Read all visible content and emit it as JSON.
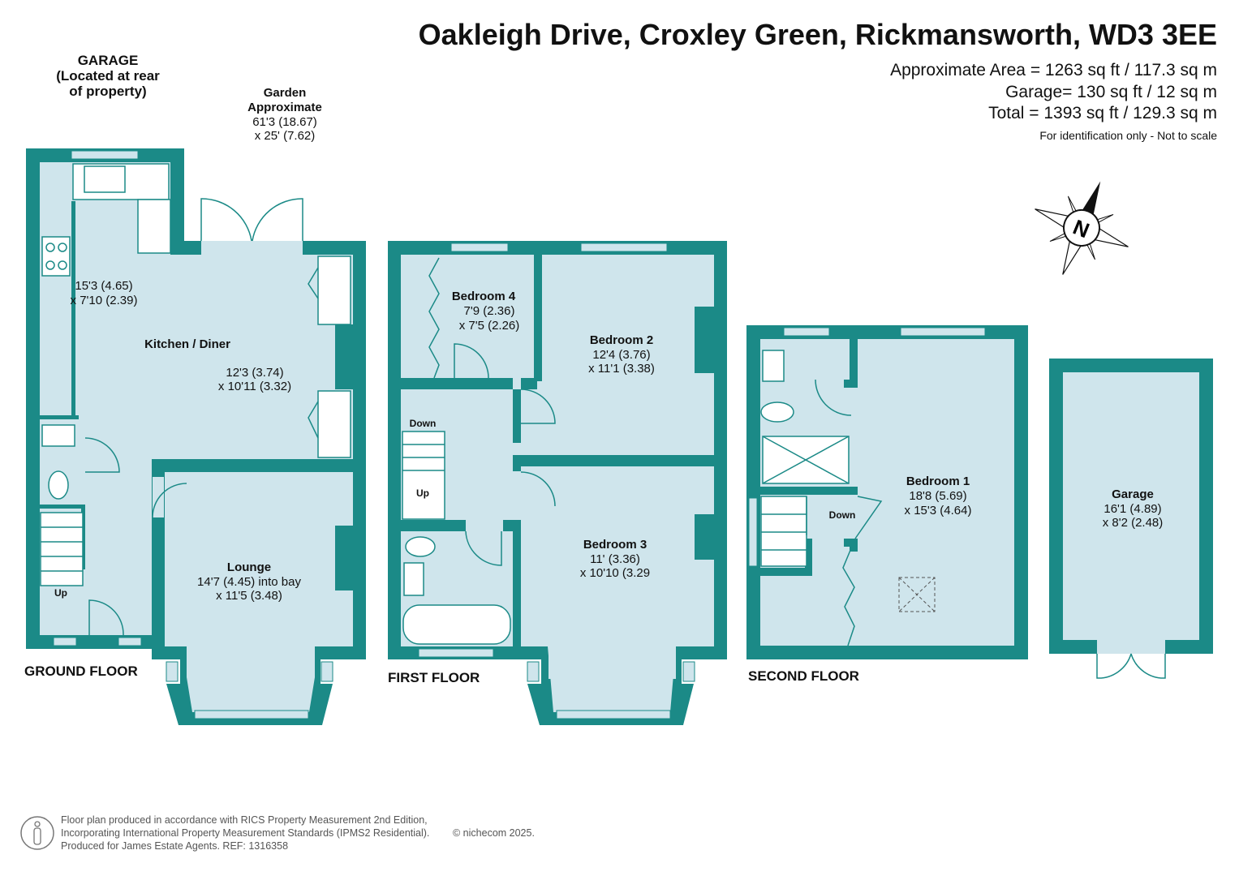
{
  "header": {
    "title": "Oakleigh Drive, Croxley Green, Rickmansworth, WD3 3EE",
    "area_main": "Approximate Area = 1263 sq ft / 117.3 sq m",
    "area_garage": "Garage= 130 sq ft / 12 sq m",
    "area_total": "Total = 1393 sq ft / 129.3 sq m",
    "note": "For identification only - Not to scale"
  },
  "compass": {
    "label": "N"
  },
  "ground_floor": {
    "label": "GROUND FLOOR",
    "garage_note": [
      "GARAGE",
      "(Located at rear",
      "of property)"
    ],
    "garden": [
      "Garden",
      "Approximate",
      "61'3 (18.67)",
      "x 25' (7.62)"
    ],
    "kitchen_dims_1": [
      "15'3 (4.65)",
      "x 7'10 (2.39)"
    ],
    "kitchen_name": "Kitchen / Diner",
    "kitchen_dims_2": [
      "12'3 (3.74)",
      "x 10'11 (3.32)"
    ],
    "lounge": {
      "name": "Lounge",
      "dims": [
        "14'7 (4.45) into bay",
        "x 11'5 (3.48)"
      ]
    },
    "stairs_label": "Up"
  },
  "first_floor": {
    "label": "FIRST FLOOR",
    "bedroom4": {
      "name": "Bedroom 4",
      "dims": [
        "7'9 (2.36)",
        "x 7'5 (2.26)"
      ]
    },
    "bedroom2": {
      "name": "Bedroom 2",
      "dims": [
        "12'4 (3.76)",
        "x 11'1 (3.38)"
      ]
    },
    "bedroom3": {
      "name": "Bedroom 3",
      "dims": [
        "11' (3.36)",
        "x 10'10 (3.29"
      ]
    },
    "stairs_down": "Down",
    "stairs_up": "Up"
  },
  "second_floor": {
    "label": "SECOND FLOOR",
    "bedroom1": {
      "name": "Bedroom 1",
      "dims": [
        "18'8 (5.69)",
        "x 15'3 (4.64)"
      ]
    },
    "stairs_down": "Down"
  },
  "garage": {
    "name": "Garage",
    "dims": [
      "16'1 (4.89)",
      "x 8'2 (2.48)"
    ]
  },
  "footer": {
    "lines": [
      "Floor plan produced in accordance with RICS Property Measurement 2nd Edition,",
      "Incorporating International Property Measurement Standards (IPMS2 Residential).",
      "Produced for James Estate Agents.   REF: 1316358"
    ],
    "copyright": "© nichecom 2025."
  }
}
